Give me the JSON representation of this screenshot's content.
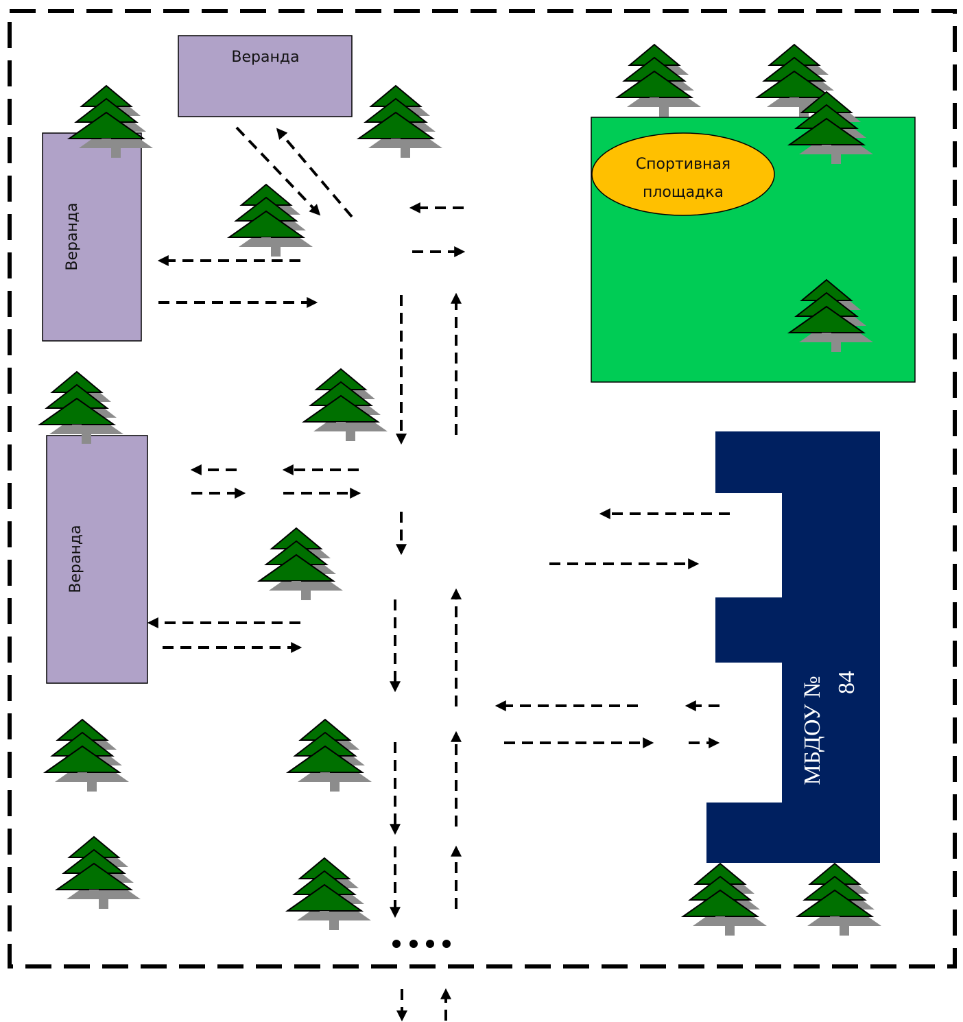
{
  "map": {
    "verandas": [
      {
        "label": "Веранда"
      },
      {
        "label": "Веранда"
      },
      {
        "label": "Веранда"
      }
    ],
    "sports_ground": {
      "label_line1": "Спортивная",
      "label_line2": "площадка"
    },
    "building": {
      "label_line1": "МБДОУ №",
      "label_line2": "84"
    },
    "colors": {
      "veranda": "#b0a2c8",
      "sports_field": "#00cc55",
      "sports_ellipse": "#ffc000",
      "building": "#002060",
      "tree": "#007000",
      "tree_shadow": "#8c8c8c"
    },
    "icons": [
      "fir-tree-icon",
      "direction-arrow-icon"
    ]
  }
}
